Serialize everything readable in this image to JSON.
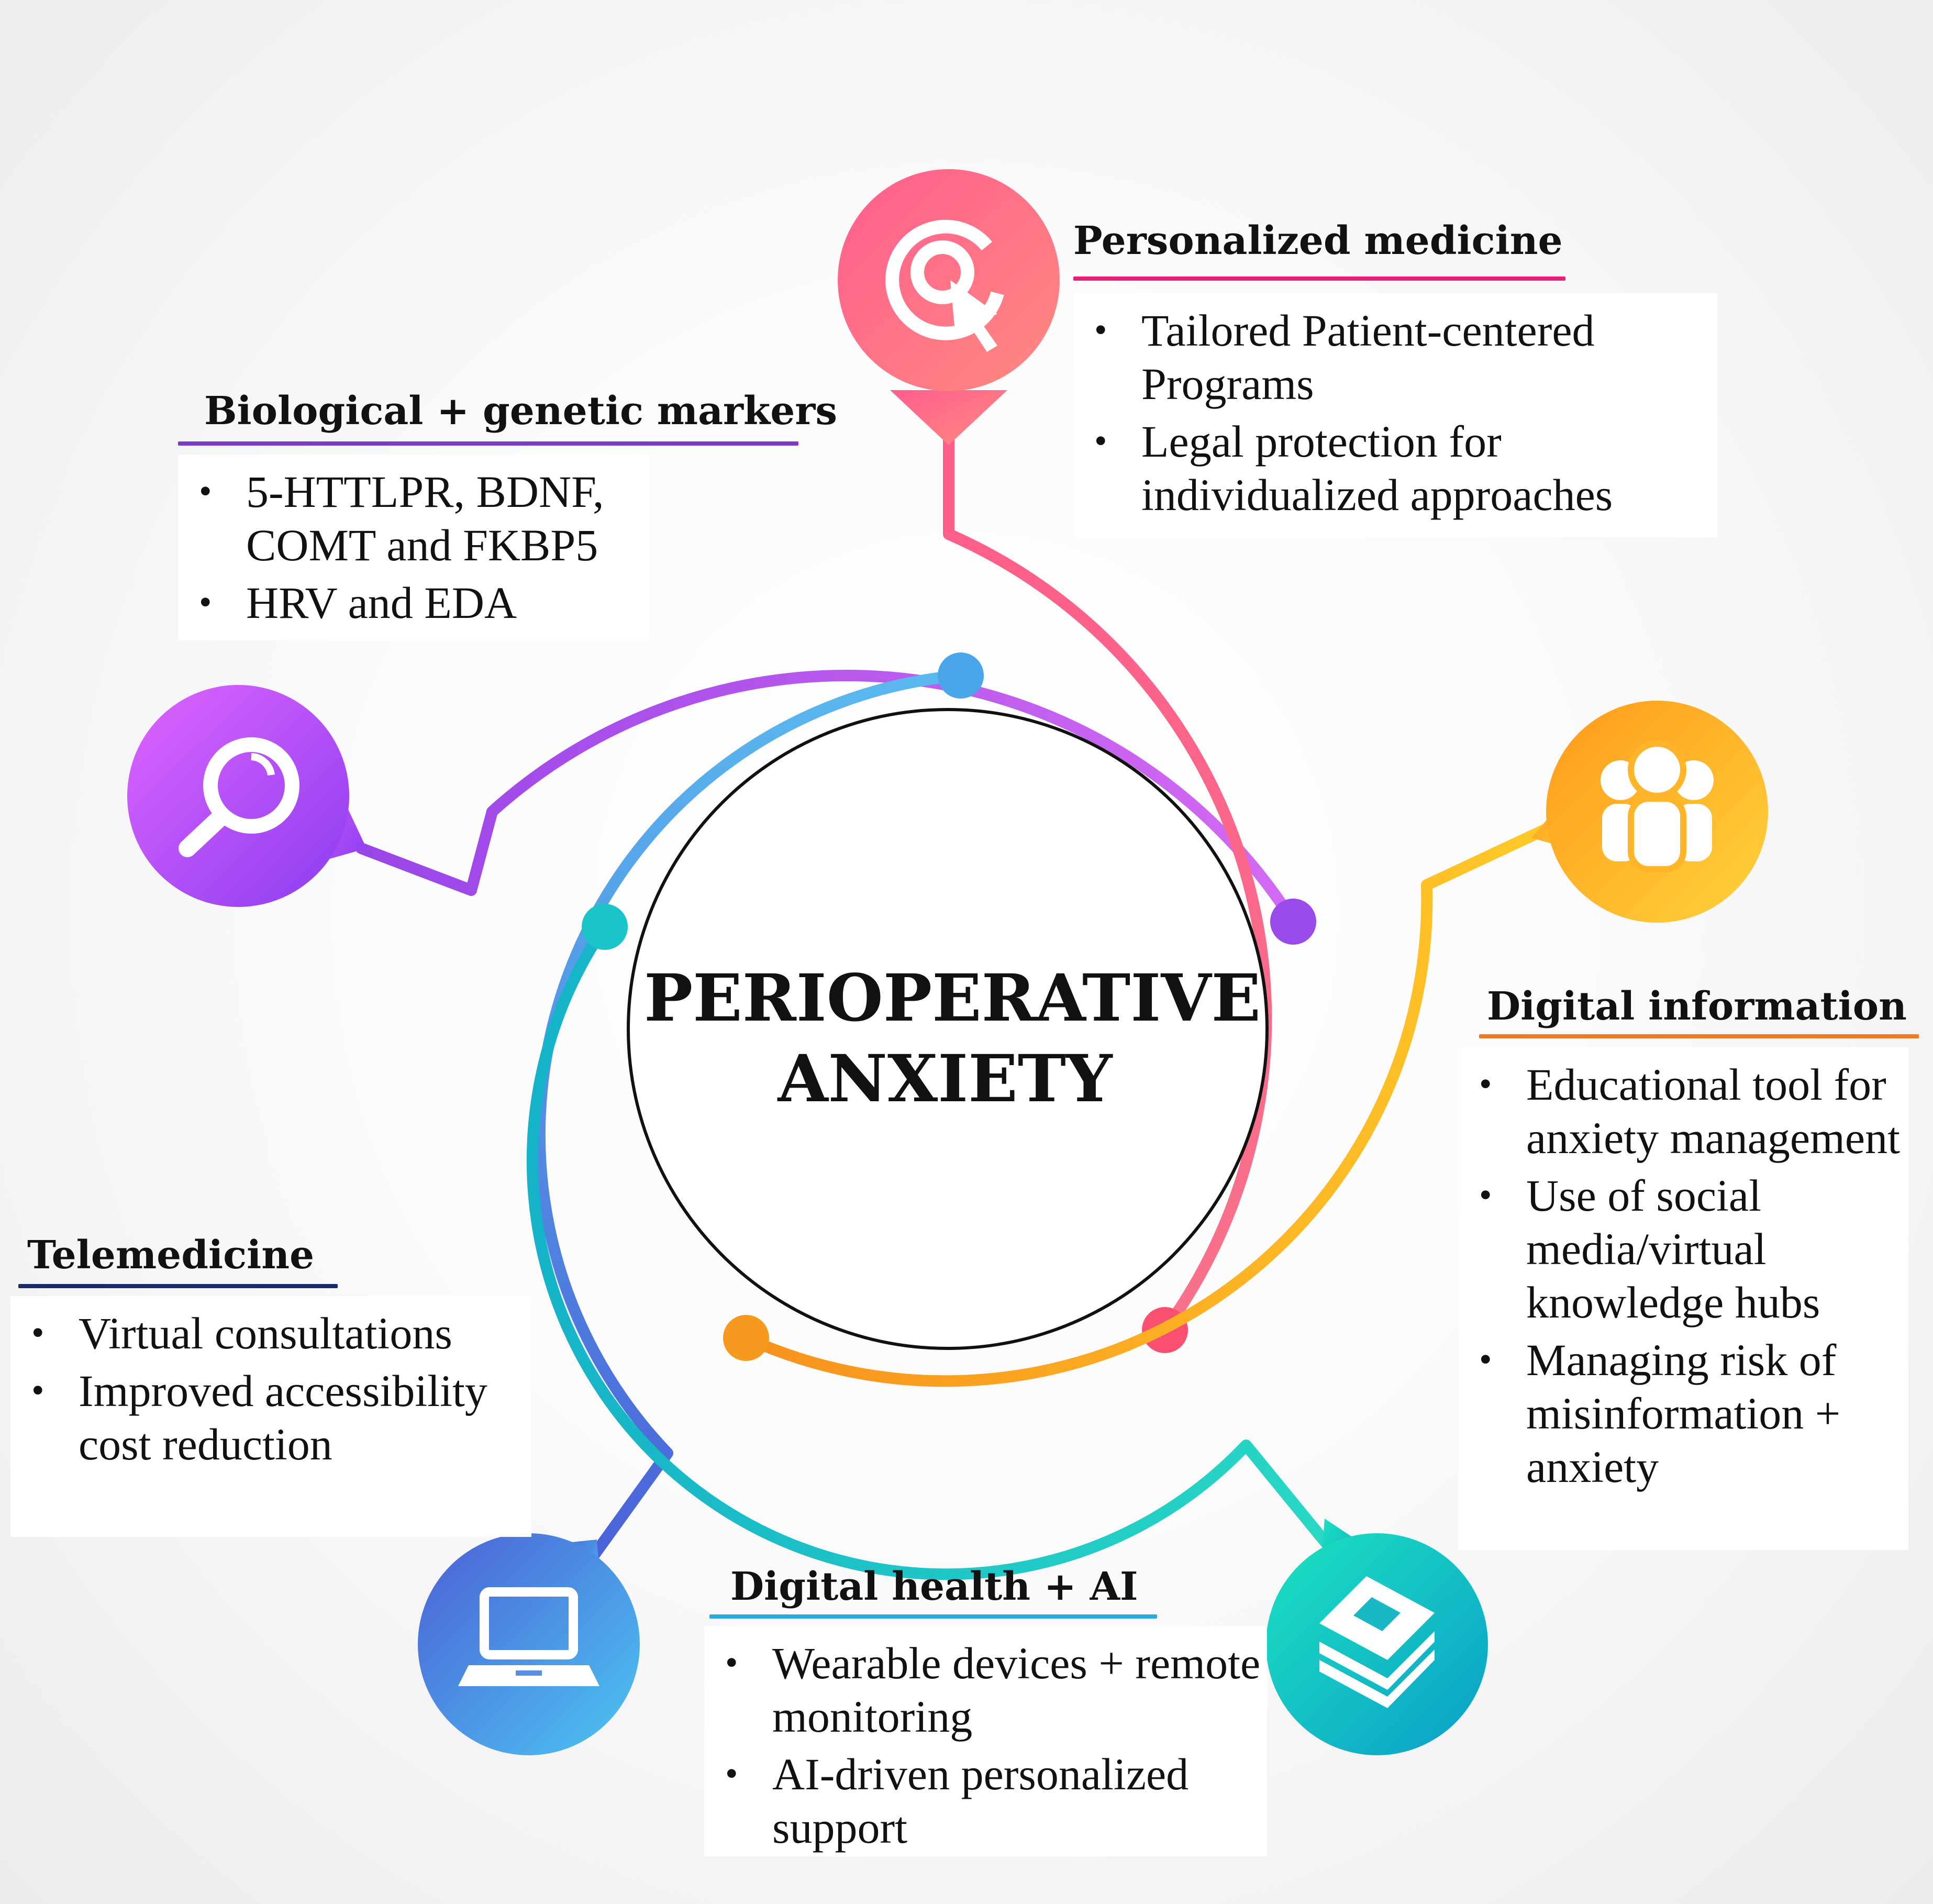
{
  "center": {
    "line1": "PERIOPERATIVE",
    "line2": "ANXIETY"
  },
  "sections": {
    "personalized": {
      "title": "Personalized medicine",
      "icon": "target-cursor-icon",
      "color": "#ec1e79",
      "bullets": [
        "Tailored Patient-centered Programs",
        "Legal protection for individualized approaches"
      ]
    },
    "biological": {
      "title": "Biological + genetic markers",
      "icon": "magnifier-icon",
      "color": "#7a3cc4",
      "bullets": [
        "5-HTTLPR, BDNF, COMT and FKBP5",
        "HRV and EDA"
      ]
    },
    "digital_info": {
      "title": "Digital information",
      "icon": "group-icon",
      "color": "#f07a23",
      "bullets": [
        "Educational tool for anxiety management",
        "Use of social media/virtual knowledge hubs",
        "Managing risk of misinformation + anxiety"
      ]
    },
    "telemedicine": {
      "title": "Telemedicine",
      "icon": "laptop-icon",
      "color": "#1b2a6b",
      "bullets": [
        "Virtual consultations",
        "Improved accessibility cost reduction"
      ]
    },
    "digital_health": {
      "title": "Digital health + AI",
      "icon": "stack-icon",
      "color": "#29a9e1",
      "bullets": [
        "Wearable devices + remote monitoring",
        "AI-driven personalized support"
      ]
    }
  }
}
